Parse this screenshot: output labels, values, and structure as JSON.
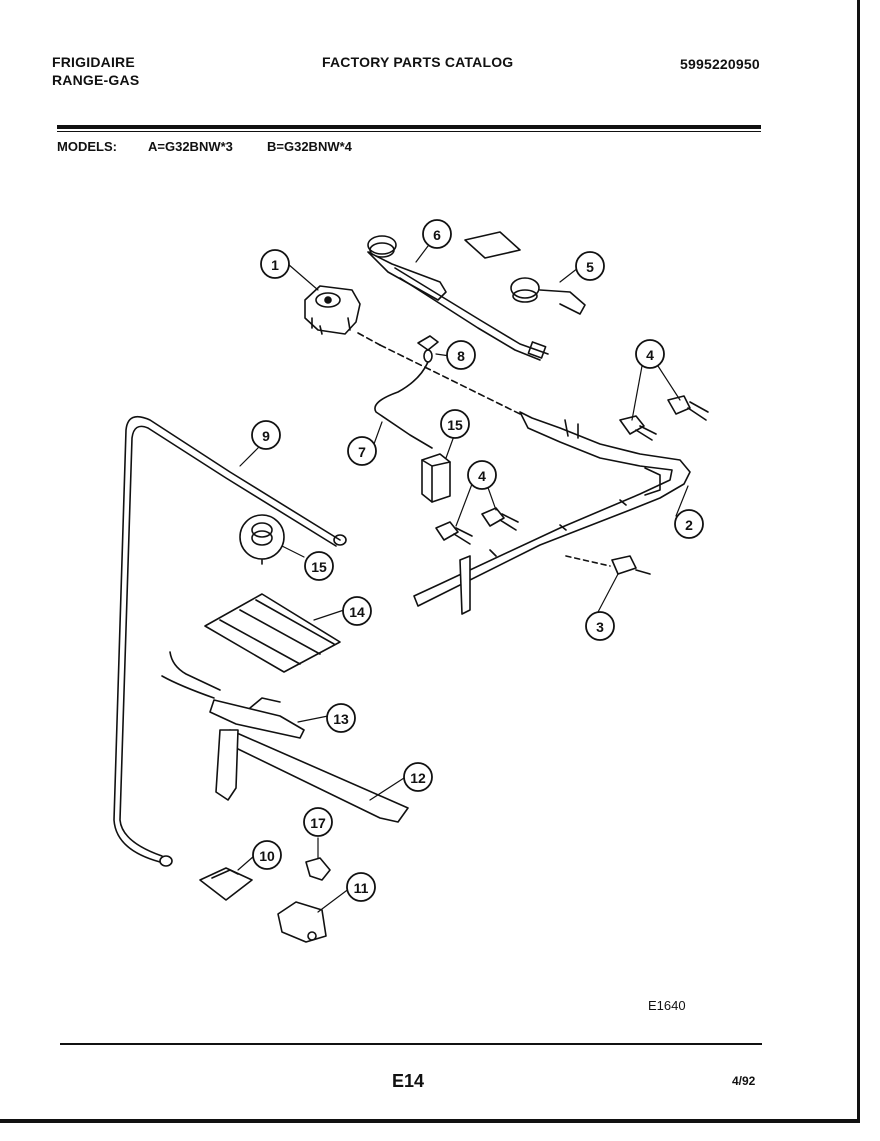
{
  "header": {
    "brand": "FRIGIDAIRE",
    "product": "RANGE-GAS",
    "catalog_title": "FACTORY PARTS CATALOG",
    "catalog_number": "5995220950"
  },
  "models": {
    "label": "MODELS:",
    "model_a": "A=G32BNW*3",
    "model_b": "B=G32BNW*4"
  },
  "diagram": {
    "callouts": [
      "1",
      "2",
      "3",
      "4",
      "4",
      "5",
      "6",
      "7",
      "8",
      "9",
      "10",
      "11",
      "12",
      "13",
      "14",
      "15",
      "15",
      "17"
    ],
    "figure_code": "E1640"
  },
  "footer": {
    "page": "E14",
    "date": "4/92"
  }
}
